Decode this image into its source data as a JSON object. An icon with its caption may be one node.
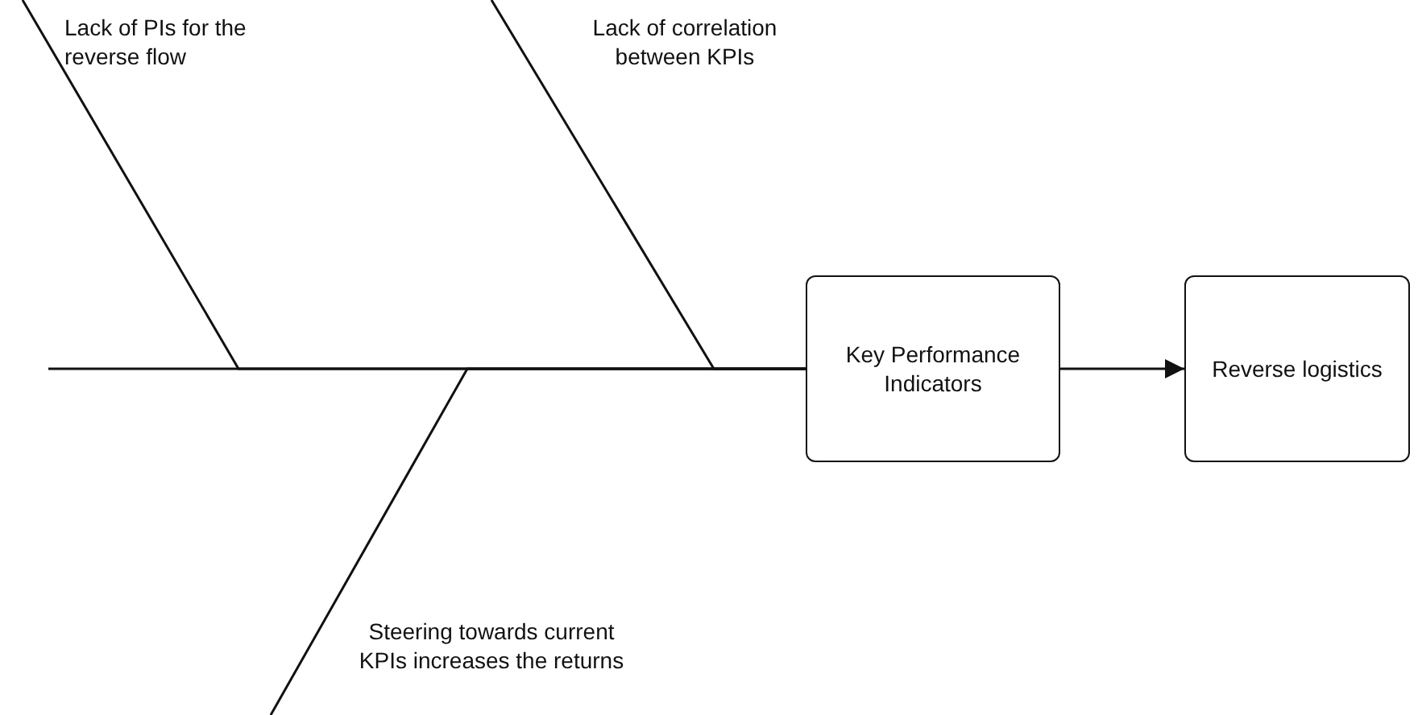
{
  "diagram": {
    "nodes": [
      {
        "text": [
          "Lack of PIs for the reverse flow"
        ]
      },
      {
        "text": [
          "Lack of correlation between KPIs"
        ]
      },
      {
        "text": [
          "Key Performance Indicators"
        ]
      },
      {
        "text": [
          "Reverse logistics"
        ]
      },
      {
        "text": [
          "Steering towards current KPIs increases the returns"
        ]
      }
    ],
    "edges": [
      {
        "from": null,
        "to": 2,
        "arrow": "none"
      },
      {
        "from": 0,
        "to": 2,
        "arrow": "none"
      },
      {
        "from": 1,
        "to": 2,
        "arrow": "none"
      },
      {
        "from": 4,
        "to": 2,
        "arrow": "none"
      },
      {
        "from": 2,
        "to": 3,
        "arrow": "to"
      }
    ]
  }
}
